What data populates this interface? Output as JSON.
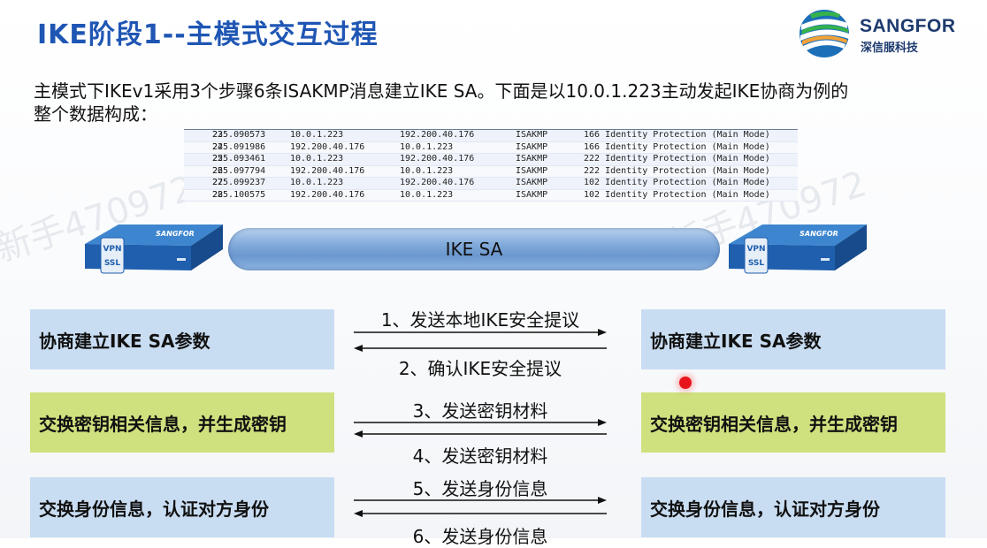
{
  "slide": {
    "title": "IKE阶段1--主模式交互过程",
    "intro_line1": "主模式下IKEv1采用3个步骤6条ISAKMP消息建立IKE SA。下面是以10.0.1.223主动发起IKE协商为例的",
    "intro_line2": "整个数据构成：",
    "watermark": "新手470972"
  },
  "logo": {
    "name": "SANGFOR",
    "subtitle": "深信服科技"
  },
  "packets": [
    {
      "no": "23",
      "time": "225.090573",
      "src": "10.0.1.223",
      "dst": "192.200.40.176",
      "proto": "ISAKMP",
      "info": "166 Identity Protection (Main Mode)"
    },
    {
      "no": "24",
      "time": "225.091986",
      "src": "192.200.40.176",
      "dst": "10.0.1.223",
      "proto": "ISAKMP",
      "info": "166 Identity Protection (Main Mode)"
    },
    {
      "no": "25",
      "time": "225.093461",
      "src": "10.0.1.223",
      "dst": "192.200.40.176",
      "proto": "ISAKMP",
      "info": "222 Identity Protection (Main Mode)"
    },
    {
      "no": "26",
      "time": "225.097794",
      "src": "192.200.40.176",
      "dst": "10.0.1.223",
      "proto": "ISAKMP",
      "info": "222 Identity Protection (Main Mode)"
    },
    {
      "no": "27",
      "time": "225.099237",
      "src": "10.0.1.223",
      "dst": "192.200.40.176",
      "proto": "ISAKMP",
      "info": "102 Identity Protection (Main Mode)"
    },
    {
      "no": "28",
      "time": "225.100575",
      "src": "192.200.40.176",
      "dst": "10.0.1.223",
      "proto": "ISAKMP",
      "info": "102 Identity Protection (Main Mode)"
    }
  ],
  "devices": {
    "badge_top": "VPN",
    "badge_bottom": "SSL",
    "brand": "SANGFOR"
  },
  "tunnel": {
    "label": "IKE SA"
  },
  "steps": {
    "left": [
      "协商建立IKE SA参数",
      "交换密钥相关信息，并生成密钥",
      "交换身份信息，认证对方身份"
    ],
    "right": [
      "协商建立IKE SA参数",
      "交换密钥相关信息，并生成密钥",
      "交换身份信息，认证对方身份"
    ],
    "messages": [
      "1、发送本地IKE安全提议",
      "2、确认IKE安全提议",
      "3、发送密钥材料",
      "4、发送密钥材料",
      "5、发送身份信息",
      "6、发送身份信息"
    ]
  },
  "colors": {
    "title": "#1f56b4",
    "box_blue": "#c9ddf2",
    "box_green": "#cfe07e",
    "cursor": "#e8141c"
  },
  "icons": [
    "sangfor-logo-icon",
    "vpn-device-icon",
    "arrow-right-icon",
    "arrow-left-icon",
    "pointer-dot-icon"
  ]
}
